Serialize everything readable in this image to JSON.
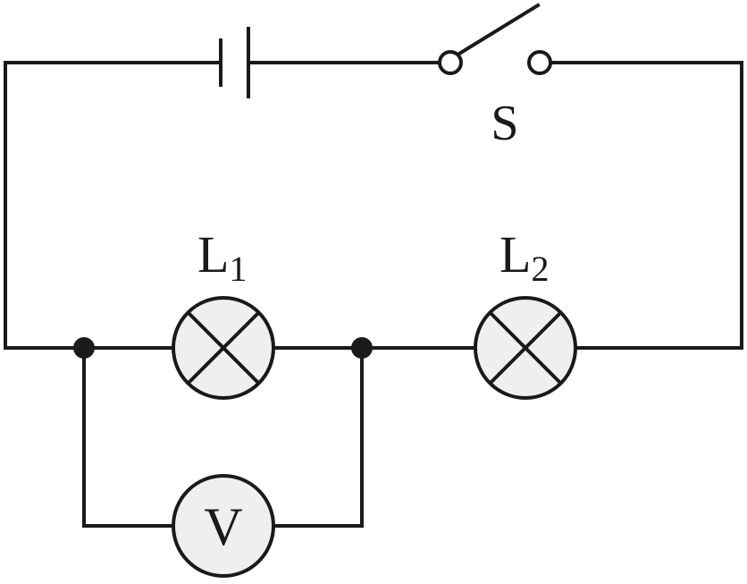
{
  "labels": {
    "switch": "S",
    "lamp1_letter": "L",
    "lamp1_sub": "1",
    "lamp2_letter": "L",
    "lamp2_sub": "2",
    "voltmeter": "V"
  },
  "colors": {
    "line": "#1a1a1a",
    "meter_fill": "#efefef",
    "background": "#ffffff"
  },
  "icons": {
    "battery": "battery-icon",
    "switch": "switch-icon",
    "lamp": "lamp-icon",
    "voltmeter": "voltmeter-icon"
  }
}
